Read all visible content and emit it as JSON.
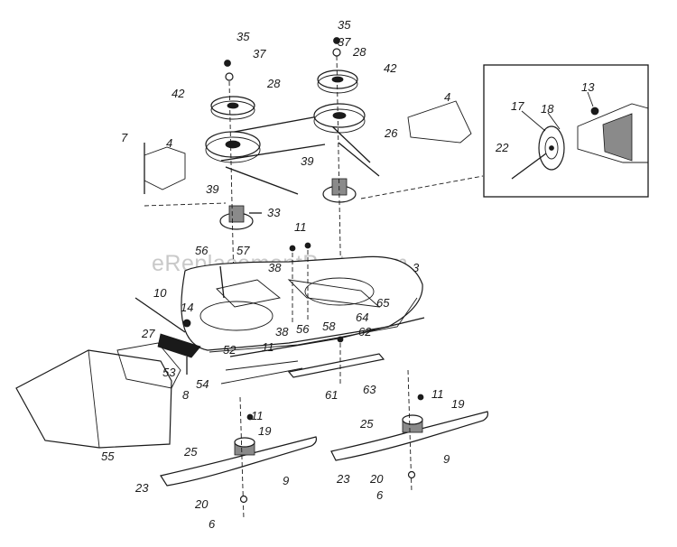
{
  "watermark": "eReplacementParts.com",
  "callouts": [
    {
      "id": "p35a",
      "text": "35"
    },
    {
      "id": "p37a",
      "text": "37"
    },
    {
      "id": "p28a",
      "text": "28"
    },
    {
      "id": "p35b",
      "text": "35"
    },
    {
      "id": "p37b",
      "text": "37"
    },
    {
      "id": "p28b",
      "text": "28"
    },
    {
      "id": "p42a",
      "text": "42"
    },
    {
      "id": "p42b",
      "text": "42"
    },
    {
      "id": "p4a",
      "text": "4"
    },
    {
      "id": "p7",
      "text": "7"
    },
    {
      "id": "p4b",
      "text": "4"
    },
    {
      "id": "p26",
      "text": "26"
    },
    {
      "id": "p39a",
      "text": "39"
    },
    {
      "id": "p39b",
      "text": "39"
    },
    {
      "id": "p33",
      "text": "33"
    },
    {
      "id": "p11a",
      "text": "11"
    },
    {
      "id": "p56a",
      "text": "56"
    },
    {
      "id": "p57",
      "text": "57"
    },
    {
      "id": "p38a",
      "text": "38"
    },
    {
      "id": "p3",
      "text": "3"
    },
    {
      "id": "p10",
      "text": "10"
    },
    {
      "id": "p14",
      "text": "14"
    },
    {
      "id": "p65",
      "text": "65"
    },
    {
      "id": "p64",
      "text": "64"
    },
    {
      "id": "p56b",
      "text": "56"
    },
    {
      "id": "p58",
      "text": "58"
    },
    {
      "id": "p38b",
      "text": "38"
    },
    {
      "id": "p27",
      "text": "27"
    },
    {
      "id": "p62",
      "text": "62"
    },
    {
      "id": "p52",
      "text": "52"
    },
    {
      "id": "p11b",
      "text": "11"
    },
    {
      "id": "p53",
      "text": "53"
    },
    {
      "id": "p54",
      "text": "54"
    },
    {
      "id": "p8",
      "text": "8"
    },
    {
      "id": "p61",
      "text": "61"
    },
    {
      "id": "p63",
      "text": "63"
    },
    {
      "id": "p55",
      "text": "55"
    },
    {
      "id": "p11c",
      "text": "11"
    },
    {
      "id": "p19a",
      "text": "19"
    },
    {
      "id": "p25a",
      "text": "25"
    },
    {
      "id": "p9a",
      "text": "9"
    },
    {
      "id": "p23a",
      "text": "23"
    },
    {
      "id": "p20a",
      "text": "20"
    },
    {
      "id": "p6a",
      "text": "6"
    },
    {
      "id": "p11d",
      "text": "11"
    },
    {
      "id": "p19b",
      "text": "19"
    },
    {
      "id": "p25b",
      "text": "25"
    },
    {
      "id": "p9b",
      "text": "9"
    },
    {
      "id": "p23b",
      "text": "23"
    },
    {
      "id": "p20b",
      "text": "20"
    },
    {
      "id": "p6b",
      "text": "6"
    },
    {
      "id": "p13",
      "text": "13"
    },
    {
      "id": "p17",
      "text": "17"
    },
    {
      "id": "p18",
      "text": "18"
    },
    {
      "id": "p22",
      "text": "22"
    }
  ]
}
